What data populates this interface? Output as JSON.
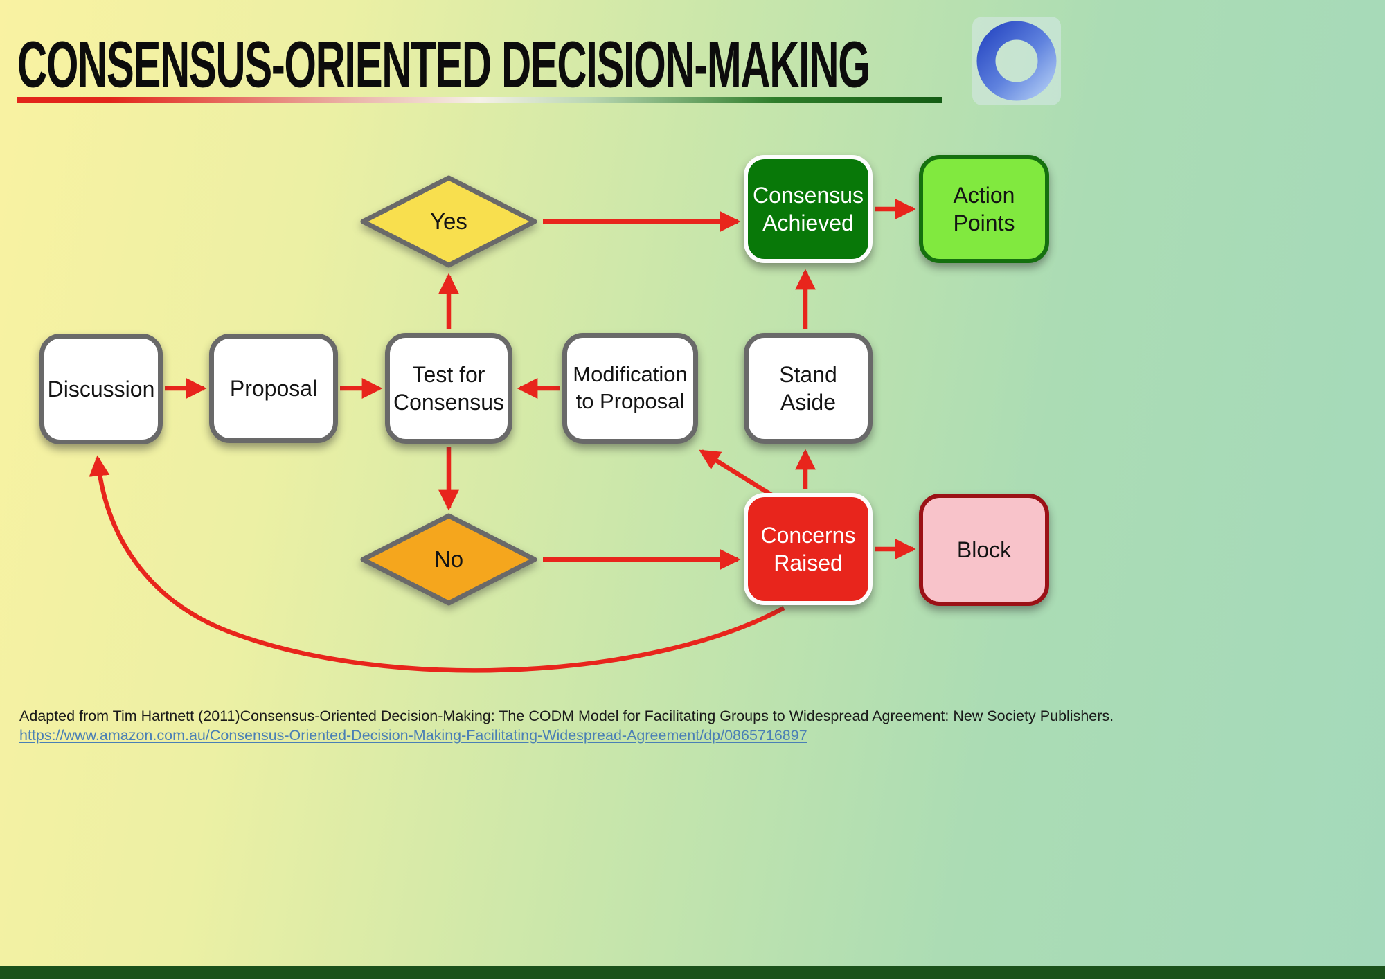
{
  "title": "CONSENSUS-ORIENTED DECISION-MAKING",
  "header": {
    "logo_icon": "ring-icon"
  },
  "nodes": {
    "discussion": {
      "label": "Discussion",
      "type": "process"
    },
    "proposal": {
      "label": "Proposal",
      "type": "process"
    },
    "test_for_consensus": {
      "label": "Test for\nConsensus",
      "type": "process"
    },
    "modification_to_proposal": {
      "label": "Modification\nto Proposal",
      "type": "process"
    },
    "stand_aside": {
      "label": "Stand\nAside",
      "type": "process"
    },
    "yes": {
      "label": "Yes",
      "type": "decision-outcome"
    },
    "no": {
      "label": "No",
      "type": "decision-outcome"
    },
    "consensus_achieved": {
      "label": "Consensus\nAchieved",
      "type": "terminal"
    },
    "action_points": {
      "label": "Action\nPoints",
      "type": "terminal"
    },
    "concerns_raised": {
      "label": "Concerns\nRaised",
      "type": "state"
    },
    "block": {
      "label": "Block",
      "type": "terminal"
    }
  },
  "edges": [
    {
      "from": "discussion",
      "to": "proposal"
    },
    {
      "from": "proposal",
      "to": "test_for_consensus"
    },
    {
      "from": "modification_to_proposal",
      "to": "test_for_consensus"
    },
    {
      "from": "test_for_consensus",
      "to": "yes"
    },
    {
      "from": "yes",
      "to": "consensus_achieved"
    },
    {
      "from": "consensus_achieved",
      "to": "action_points"
    },
    {
      "from": "test_for_consensus",
      "to": "no"
    },
    {
      "from": "no",
      "to": "concerns_raised"
    },
    {
      "from": "concerns_raised",
      "to": "block"
    },
    {
      "from": "concerns_raised",
      "to": "stand_aside"
    },
    {
      "from": "concerns_raised",
      "to": "modification_to_proposal"
    },
    {
      "from": "stand_aside",
      "to": "consensus_achieved"
    },
    {
      "from": "concerns_raised",
      "to": "discussion"
    }
  ],
  "footer": {
    "citation": "Adapted from Tim Hartnett (2011)Consensus-Oriented Decision-Making: The CODM Model for Facilitating Groups to Widespread Agreement: New Society Publishers.",
    "link": "https://www.amazon.com.au/Consensus-Oriented-Decision-Making-Facilitating-Widespread-Agreement/dp/0865716897"
  },
  "colors": {
    "arrow_red": "#e8251c",
    "diamond_yellow": "#f8df4e",
    "diamond_orange": "#f5a61d",
    "box_dark_green": "#087808",
    "box_bright_green": "#81e93f",
    "box_red": "#e8251c",
    "box_pink": "#f8c3ca",
    "box_border_gray": "#696969",
    "block_border_dark_red": "#9b1116",
    "background_left": "#f9f2a2",
    "background_right": "#a4d9bb",
    "bottom_bar_green": "#1b521b"
  }
}
